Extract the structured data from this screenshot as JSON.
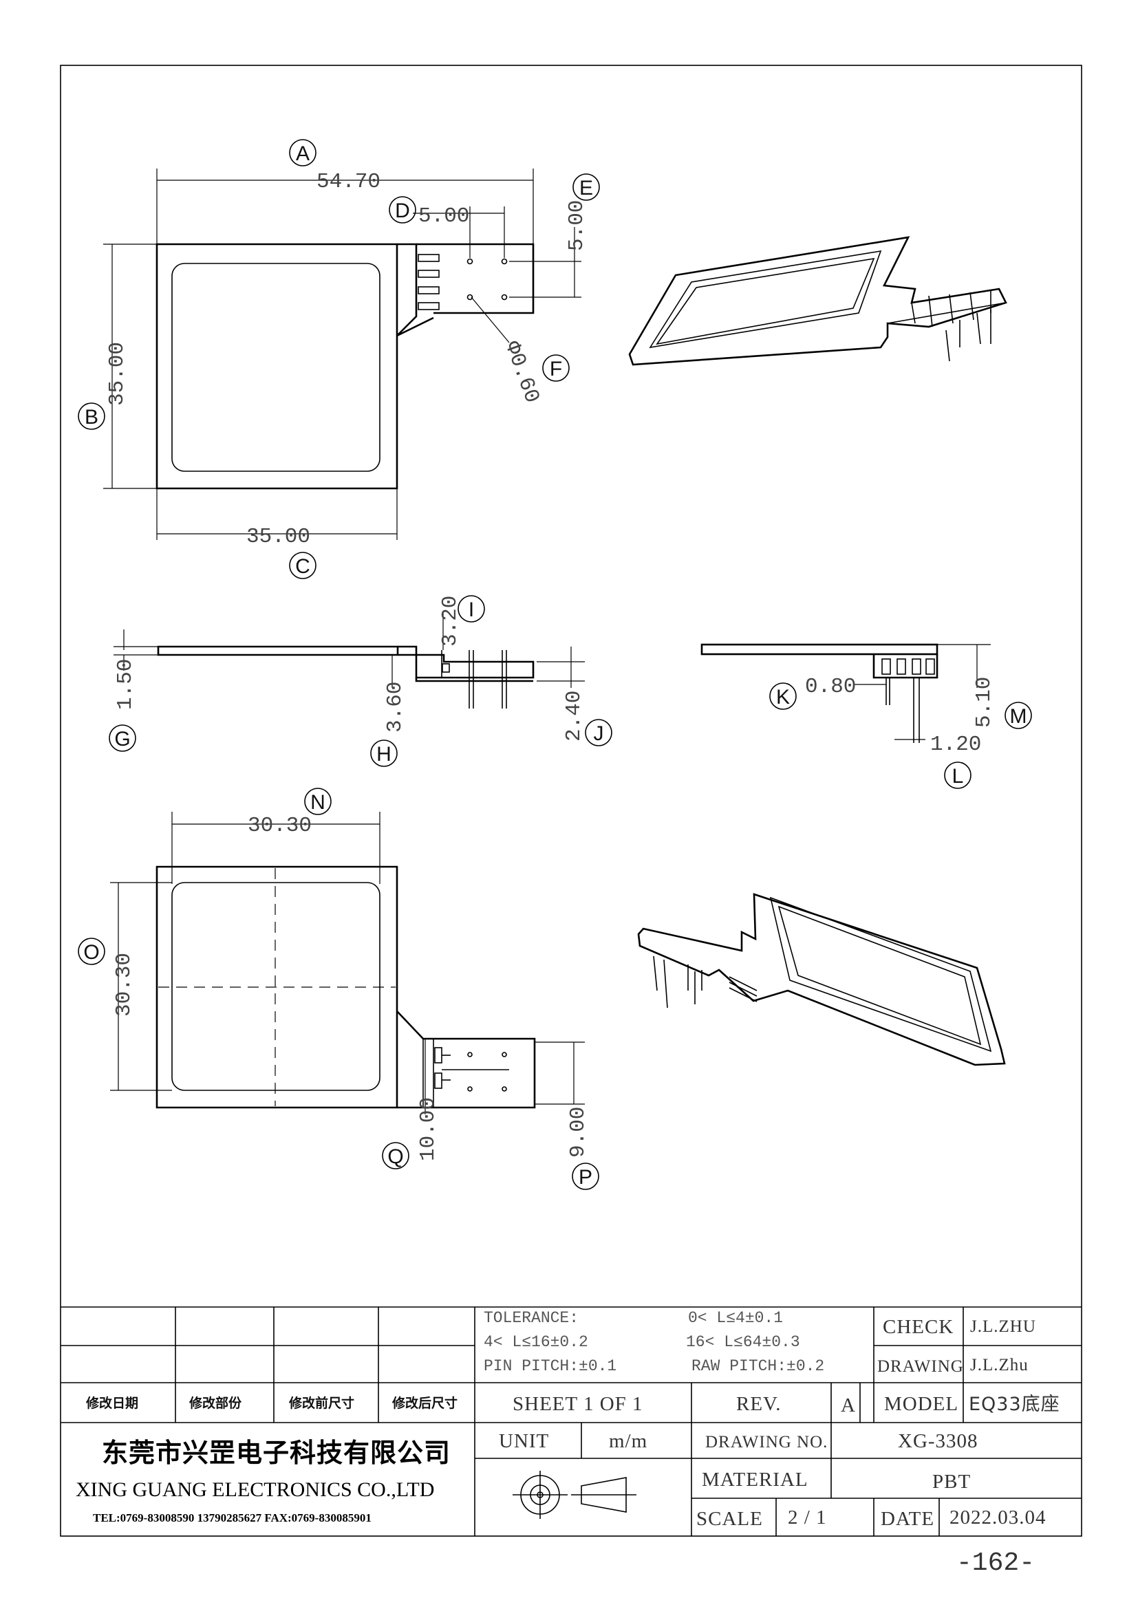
{
  "views": {
    "top": {
      "dims": {
        "A": "54.70",
        "D": "5.00",
        "E": "5.00",
        "B": "35.00",
        "C": "35.00",
        "F": "Φ0.60"
      }
    },
    "side": {
      "dims": {
        "I": "3.20",
        "G": "1.50",
        "H": "3.60",
        "J": "2.40"
      }
    },
    "end": {
      "dims": {
        "K": "0.80",
        "L": "1.20",
        "M": "5.10"
      }
    },
    "bottom": {
      "dims": {
        "N": "30.30",
        "O": "30.30",
        "Q": "10.00",
        "P": "9.00"
      }
    }
  },
  "callouts": [
    "A",
    "B",
    "C",
    "D",
    "E",
    "F",
    "G",
    "H",
    "I",
    "J",
    "K",
    "L",
    "M",
    "N",
    "O",
    "P",
    "Q"
  ],
  "title_block": {
    "tolerance_label": "TOLERANCE:",
    "tol_1": "0< L≤4±0.1",
    "tol_2": "4< L≤16±0.2",
    "tol_3": "16< L≤64±0.3",
    "pin_pitch": "PIN PITCH:±0.1",
    "raw_pitch": "RAW PITCH:±0.2",
    "check_label": "CHECK",
    "check_value": "J.L.ZHU",
    "drawing_label": "DRAWING",
    "drawing_value": "J.L.Zhu",
    "rev_headers": [
      "修改日期",
      "修改部份",
      "修改前尺寸",
      "修改后尺寸"
    ],
    "sheet": "SHEET 1 OF 1",
    "rev_label": "REV.",
    "rev_value": "A",
    "model_label": "MODEL",
    "model_value": "EQ33底座",
    "company_cn": "东莞市兴罡电子科技有限公司",
    "company_en": "XING GUANG  ELECTRONICS CO.,LTD",
    "contact": "TEL:0769-83008590 13790285627 FAX:0769-830085901",
    "unit_label": "UNIT",
    "unit_value": "m/m",
    "drawing_no_label": "DRAWING  NO.",
    "drawing_no_value": "XG-3308",
    "material_label": "MATERIAL",
    "material_value": "PBT",
    "scale_label": "SCALE",
    "scale_value": "2  /  1",
    "date_label": "DATE",
    "date_value": "2022.03.04"
  },
  "page_number": "-162-"
}
